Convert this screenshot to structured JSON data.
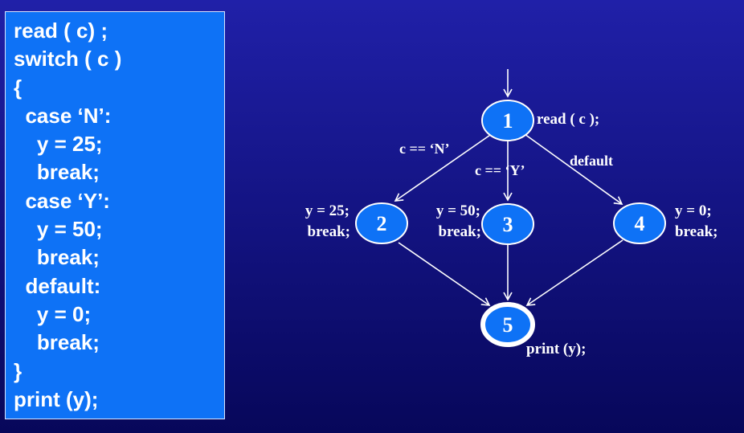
{
  "code": {
    "lines": [
      "read ( c) ;",
      "switch ( c )",
      "{",
      "  case ‘N’:",
      "    y = 25;",
      "    break;",
      "  case ‘Y’:",
      "    y = 50;",
      "    break;",
      "  default:",
      "    y = 0;",
      "    break;",
      "}",
      "print (y);"
    ]
  },
  "graph": {
    "nodes": [
      {
        "id": "1",
        "label": "1"
      },
      {
        "id": "2",
        "label": "2"
      },
      {
        "id": "3",
        "label": "3"
      },
      {
        "id": "4",
        "label": "4"
      },
      {
        "id": "5",
        "label": "5"
      }
    ],
    "annotations": {
      "node1": "read ( c );",
      "node2_line1": "y = 25;",
      "node2_line2": "break;",
      "node3_line1": "y = 50;",
      "node3_line2": "break;",
      "node4_line1": "y = 0;",
      "node4_line2": "break;",
      "node5": "print (y);"
    },
    "edge_labels": {
      "edge_1_2": "c == ‘N’",
      "edge_1_3": "c == ‘Y’",
      "edge_1_4": "default"
    }
  },
  "colors": {
    "node_fill": "#0e72f6",
    "node_stroke": "#ffffff",
    "panel_fill": "#0e72f6"
  }
}
